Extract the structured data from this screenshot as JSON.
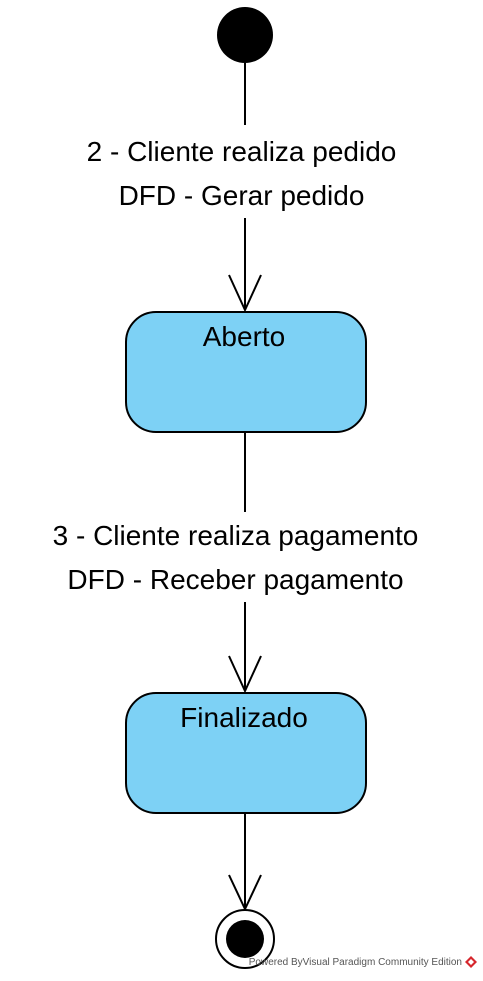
{
  "diagram": {
    "transitions": [
      {
        "line1": "2 - Cliente realiza pedido",
        "line2": "DFD - Gerar pedido"
      },
      {
        "line1": "3 - Cliente realiza pagamento",
        "line2": "DFD - Receber pagamento"
      }
    ],
    "states": [
      {
        "name": "Aberto"
      },
      {
        "name": "Finalizado"
      }
    ],
    "colors": {
      "state_fill": "#7dd1f5",
      "stroke": "#000000",
      "watermark_logo": "#d6262c"
    }
  },
  "watermark": {
    "text": "Powered By\u0001Visual Paradigm Community Edition",
    "logo_icon": "visual-paradigm-logo-icon"
  }
}
